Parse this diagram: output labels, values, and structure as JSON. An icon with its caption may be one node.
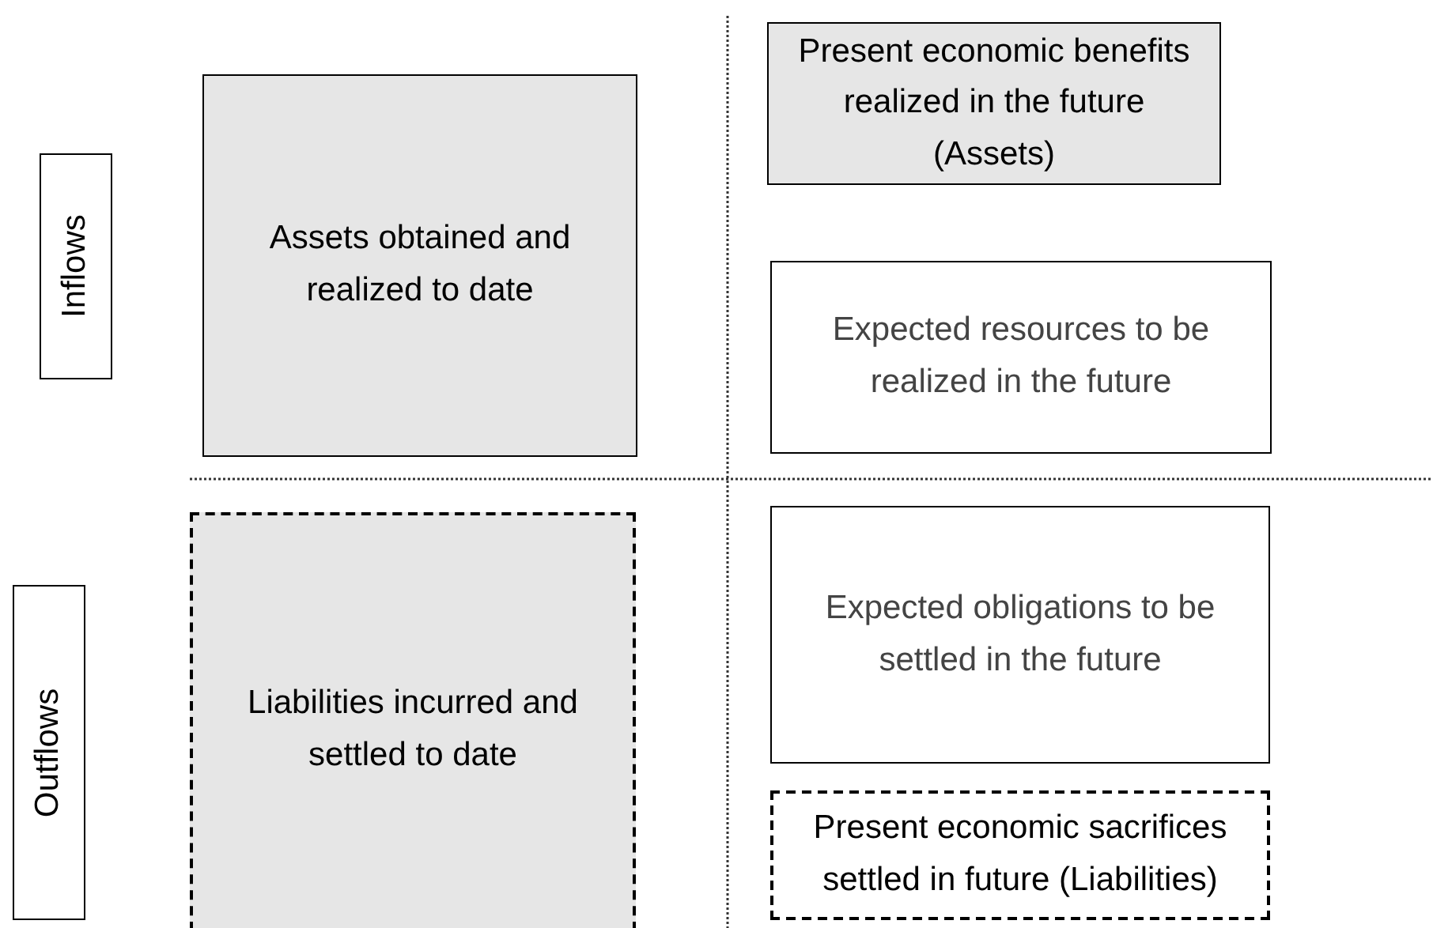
{
  "diagram": {
    "nodes": [
      {
        "text": [
          "Inflows"
        ]
      },
      {
        "text": [
          "Assets obtained and realized to date"
        ]
      },
      {
        "text": [
          "Present economic benefits realized in the future (Assets)"
        ]
      },
      {
        "text": [
          "Expected resources to be realized in the future"
        ]
      },
      {
        "text": [
          "Outflows"
        ]
      },
      {
        "text": [
          "Liabilities incurred and settled to date"
        ]
      },
      {
        "text": [
          "Expected obligations to be settled in the future"
        ]
      },
      {
        "text": [
          "Present economic sacrifices settled in future (Liabilities)"
        ]
      }
    ],
    "edges": []
  }
}
